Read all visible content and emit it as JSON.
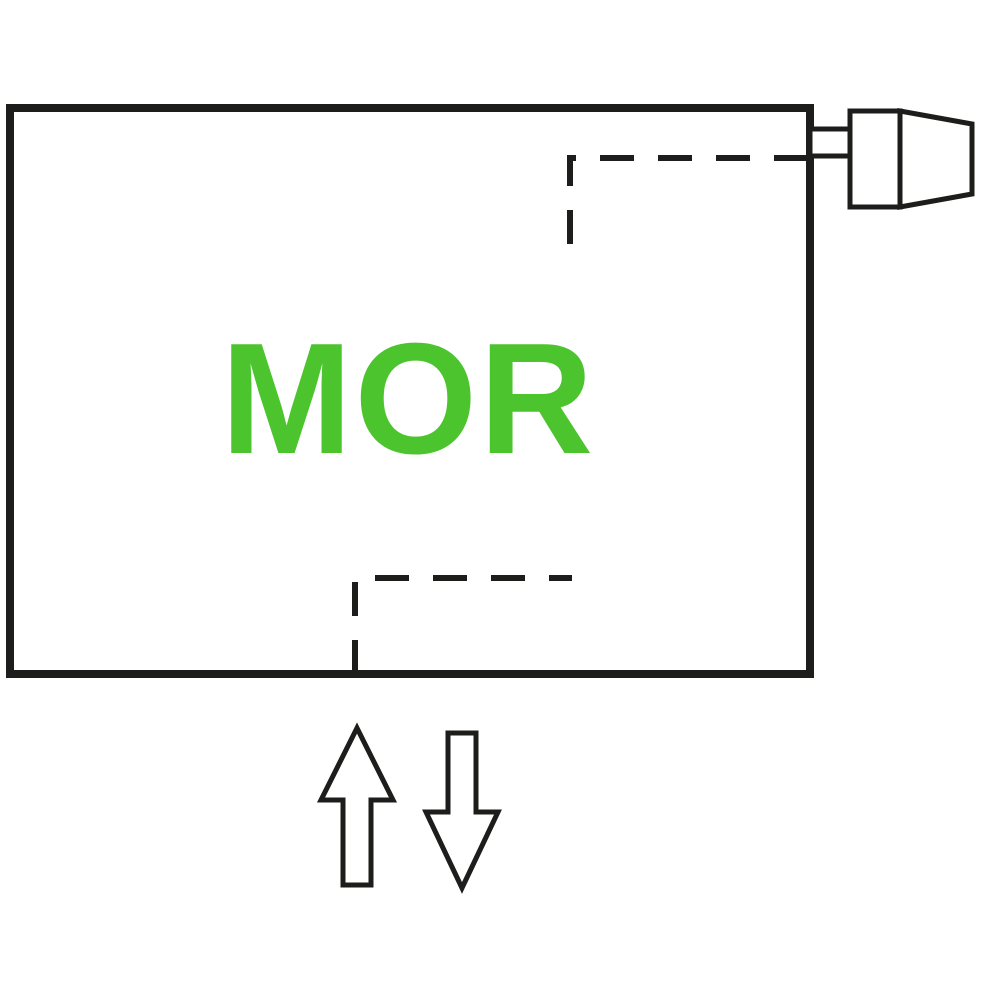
{
  "diagram": {
    "label": "MOR",
    "label_color": "#4CC42D",
    "line_color": "#1D1D1B",
    "fill_color": "#FFFFFF",
    "parts": {
      "radiator_panel": "radiator-panel-outline",
      "valve": "thermostatic-valve-icon",
      "connection_top": "dashed-connection-top-right",
      "connection_bottom": "dashed-connection-bottom-center",
      "flow_up": "up-arrow-icon",
      "flow_down": "down-arrow-icon"
    }
  }
}
